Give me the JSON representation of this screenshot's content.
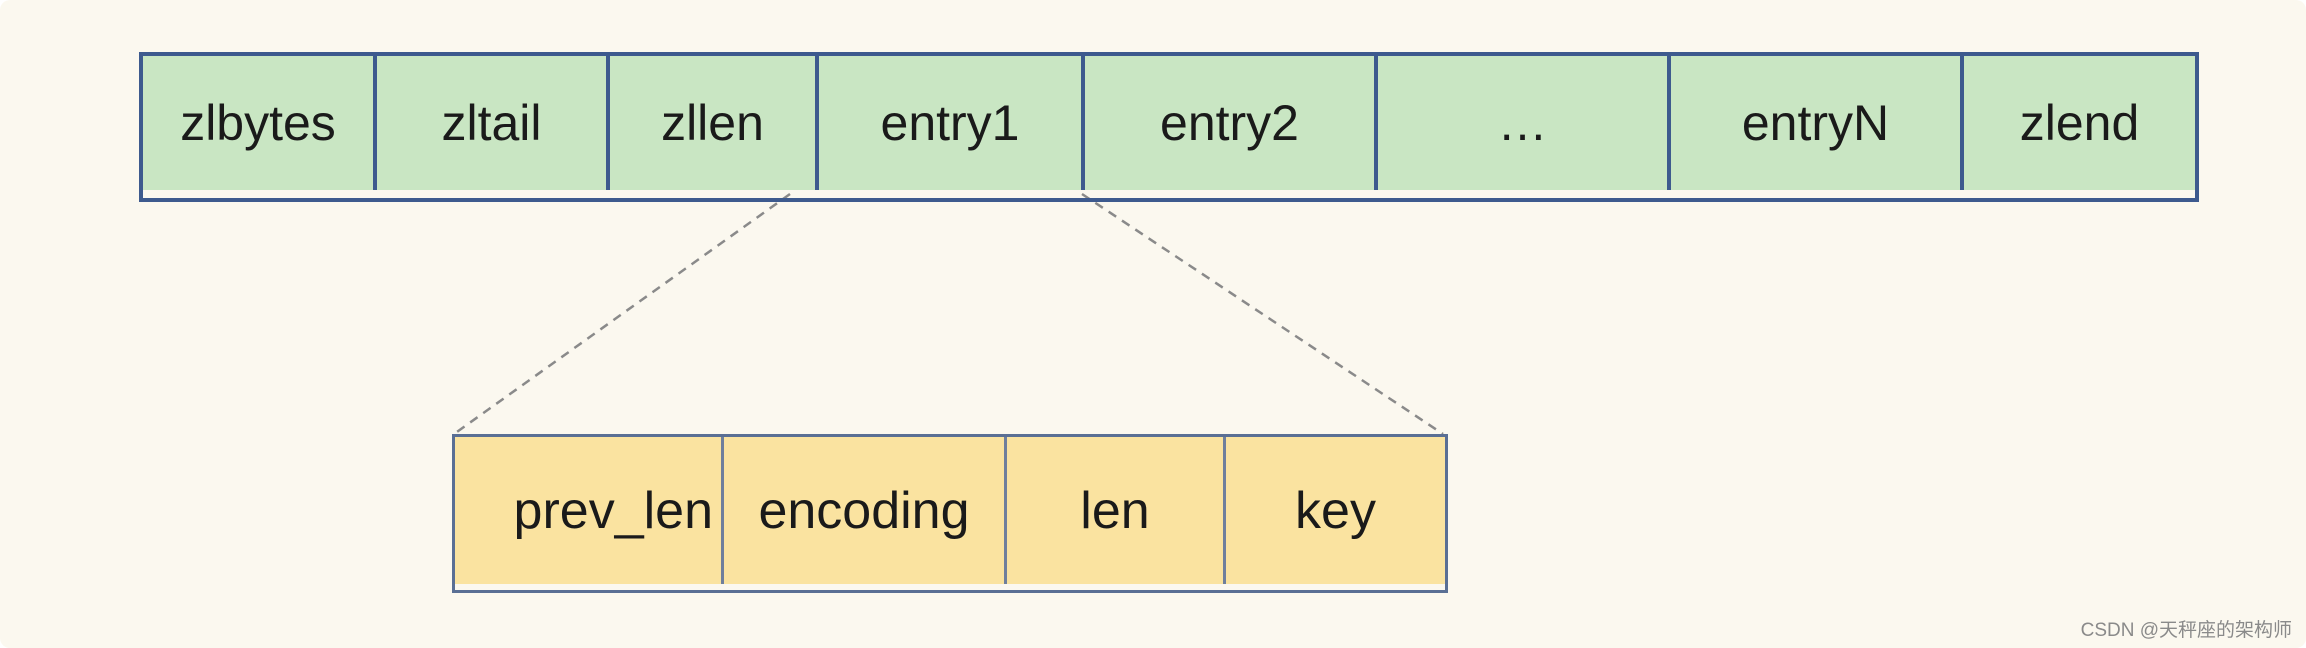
{
  "ziplist": {
    "fields": [
      "zlbytes",
      "zltail",
      "zllen",
      "entry1",
      "entry2",
      "…",
      "entryN",
      "zlend"
    ]
  },
  "entry": {
    "fields": [
      "prev_len",
      "encoding",
      "len",
      "key"
    ]
  },
  "colors": {
    "ziplist_fill": "#c9e6c3",
    "ziplist_border": "#3d5a8e",
    "entry_fill": "#fae3a0",
    "entry_border": "#5a6f94",
    "background": "#fbf8ef",
    "connector": "#8a8a8a"
  },
  "watermark": "CSDN @天秤座的架构师"
}
